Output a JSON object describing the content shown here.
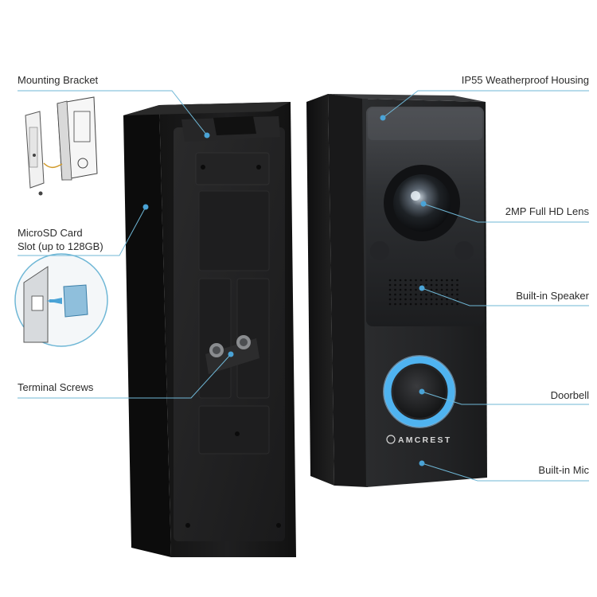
{
  "brand": {
    "logo_text": "AMCREST"
  },
  "callouts": {
    "mounting_bracket": "Mounting Bracket",
    "microsd_line1": "MicroSD Card",
    "microsd_line2": "Slot (up to 128GB)",
    "terminal_screws": "Terminal Screws",
    "weatherproof_housing": "IP55 Weatherproof Housing",
    "full_hd_lens": "2MP Full HD Lens",
    "built_in_speaker": "Built-in Speaker",
    "doorbell": "Doorbell",
    "built_in_mic": "Built-in Mic"
  },
  "colors": {
    "callout_line": "#6fb7d6",
    "callout_dot": "#4aa3d6",
    "ring_glow": "#4fb3f0",
    "device_body": "#222325",
    "device_back": "#1b1b1c"
  }
}
